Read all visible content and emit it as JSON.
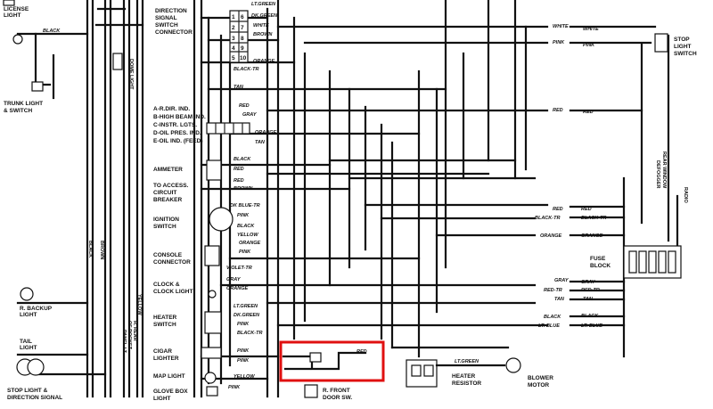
{
  "colors": {
    "ink": "#111111",
    "highlight": "#e01010",
    "background": "#ffffff"
  },
  "components": {
    "license_light": [
      "LICENSE",
      "LIGHT"
    ],
    "trunk_light": [
      "TRUNK LIGHT",
      "& SWITCH"
    ],
    "dome_light": "DOME LIGHT",
    "r_backup_light": [
      "R. BACKUP",
      "LIGHT"
    ],
    "tail_light": [
      "TAIL",
      "LIGHT"
    ],
    "stop_light_dir": [
      "STOP LIGHT &",
      "DIRECTION SIGNAL"
    ],
    "r_rear_panel_light": [
      "R. REAR",
      "OF POCKET",
      "PANEL LT"
    ],
    "dir_signal_conn": [
      "DIRECTION",
      "SIGNAL",
      "SWITCH",
      "CONNECTOR"
    ],
    "indicators": [
      "A-R.DIR. IND.",
      "B-HIGH BEAM IND.",
      "C-INSTR. LGTS.",
      "D-OIL PRES. IND.",
      "E-OIL IND. (FEED)"
    ],
    "indicator_letters": [
      "A",
      "B",
      "C",
      "D",
      "E"
    ],
    "ammeter": "AMMETER",
    "access_breaker": [
      "TO ACCESS.",
      "CIRCUIT",
      "BREAKER"
    ],
    "ignition": [
      "IGNITION",
      "SWITCH"
    ],
    "console": [
      "CONSOLE",
      "CONNECTOR"
    ],
    "clock": [
      "CLOCK &",
      "CLOCK LIGHT"
    ],
    "heater_switch": [
      "HEATER",
      "SWITCH"
    ],
    "cigar": [
      "CIGAR",
      "LIGHTER"
    ],
    "map_light": "MAP LIGHT",
    "glove_box": [
      "GLOVE BOX",
      "LIGHT"
    ],
    "front_door": [
      "R. FRONT",
      "DOOR SW."
    ],
    "heater_resistor": [
      "HEATER",
      "RESISTOR"
    ],
    "blower_motor": [
      "BLOWER",
      "MOTOR"
    ],
    "stop_light_switch": [
      "STOP",
      "LIGHT",
      "SWITCH"
    ],
    "rear_defogger": [
      "REAR WINDOW",
      "DEFOGGER"
    ],
    "radio": "RADIO",
    "fuse_block": [
      "FUSE",
      "BLOCK"
    ]
  },
  "connector_pins": [
    "1",
    "6",
    "2",
    "7",
    "3",
    "8",
    "4",
    "9",
    "5",
    "10"
  ],
  "wire_colors": {
    "black": "BLACK",
    "white": "WHITE",
    "pink": "PINK",
    "red": "RED",
    "tan": "TAN",
    "gray": "GRAY",
    "orange": "ORANGE",
    "brown": "BROWN",
    "yellow": "YELLOW",
    "lt_green": "LT.GREEN",
    "dk_green": "DK.GREEN",
    "dk_blue": "DK.BLUE",
    "lt_blue": "LT. BLUE",
    "black_tr": "BLACK-TR",
    "violet_tr": "VIOLET-TR",
    "blackTR2": "BLACK-TR",
    "red_tr": "RED-TR",
    "lt_green_r": "LT GREEN",
    "dk_blue_tr": "DK BLUE-TR",
    "dk_green_r": "DK GREEN"
  }
}
